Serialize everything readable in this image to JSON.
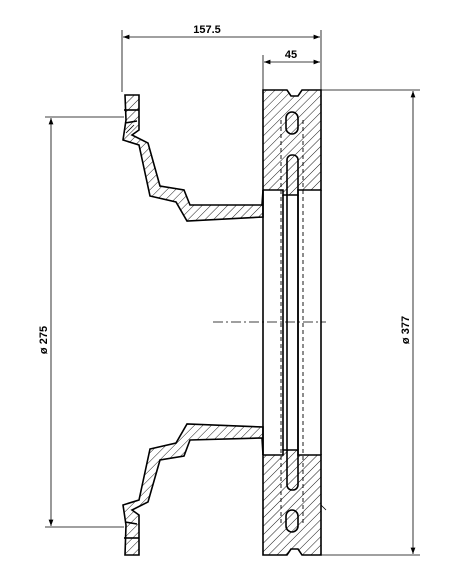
{
  "drawing": {
    "dimensions": {
      "overall_depth": "157.5",
      "disc_thickness": "45",
      "hub_diameter": "ø 275",
      "disc_diameter": "ø 377"
    },
    "colors": {
      "line": "#000000",
      "background": "#ffffff"
    }
  }
}
